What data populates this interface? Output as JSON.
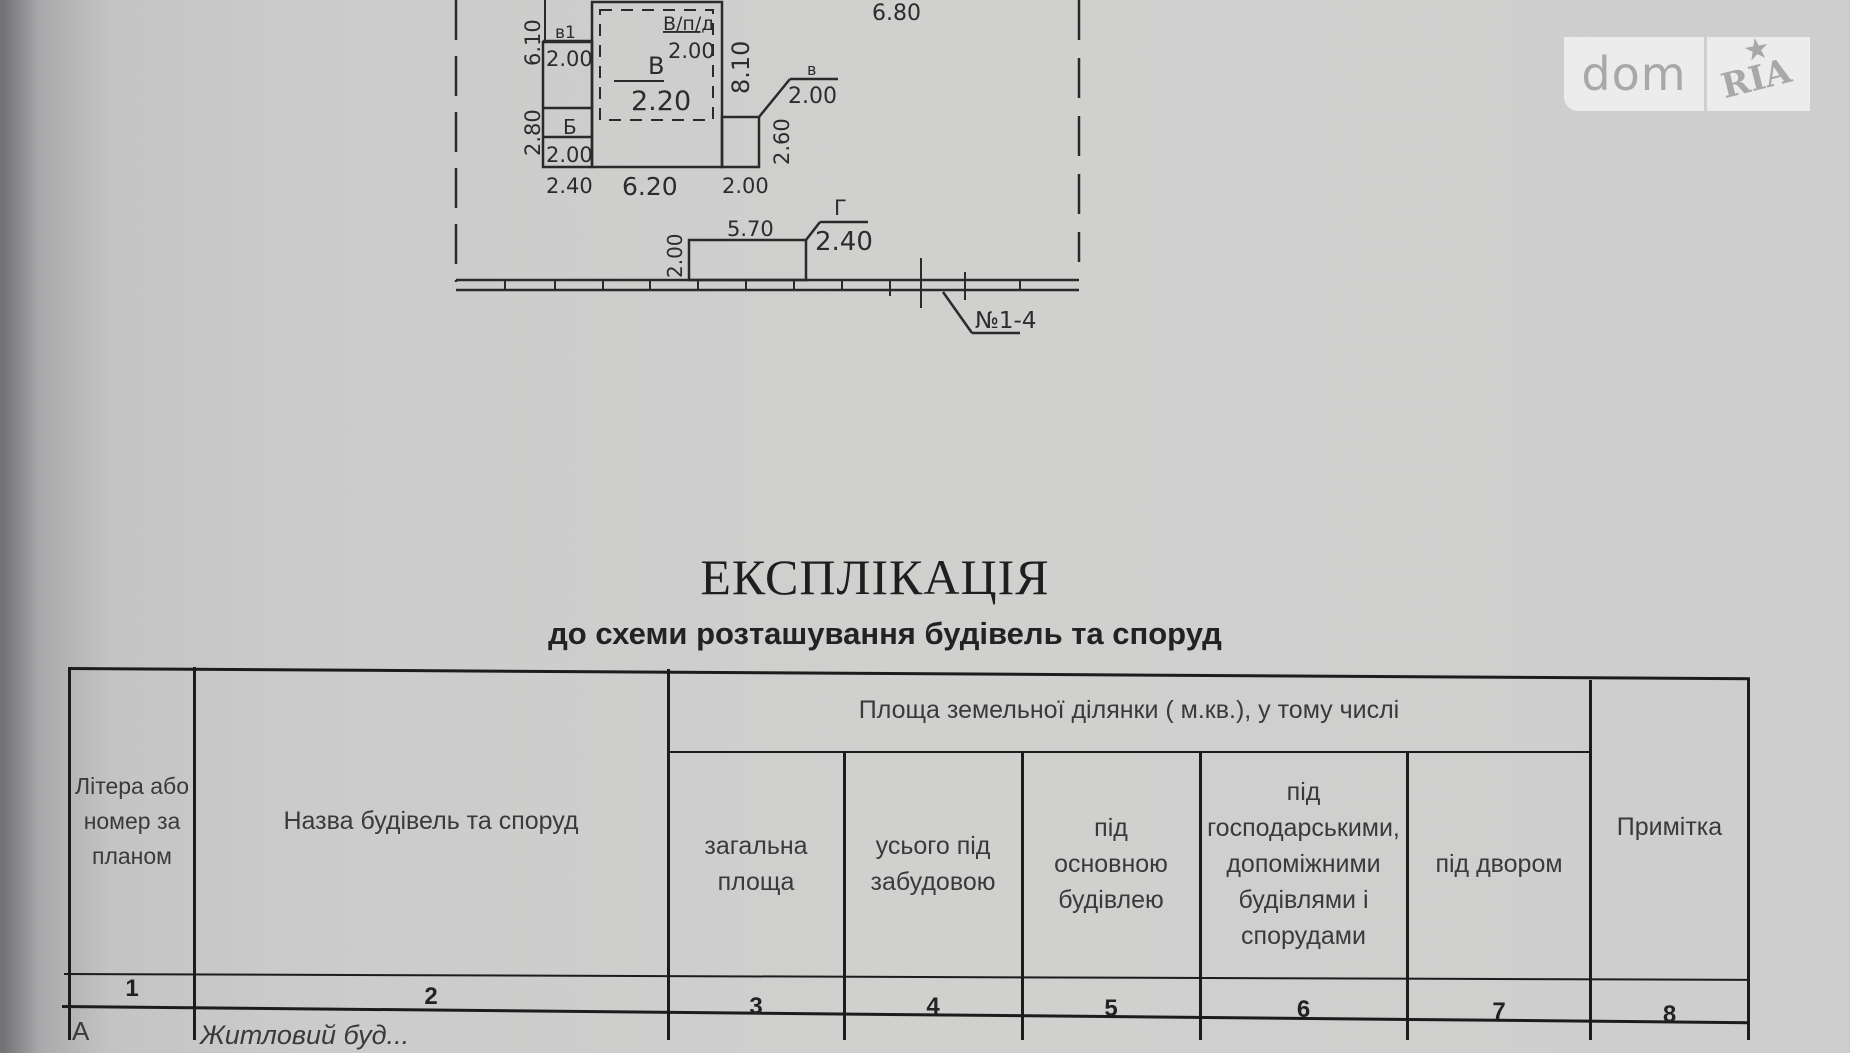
{
  "watermark": {
    "left": "dom",
    "right": "RIA",
    "star_icon": "★"
  },
  "site_plan": {
    "dimensions": {
      "top_right": "6.80",
      "v1_height": "6.10",
      "v1_label": "в1",
      "v1_value": "2.00",
      "b_height": "2.80",
      "b_label": "Б",
      "b_value": "2.00",
      "main_label": "В",
      "main_value": "2.20",
      "basement_label": "В/п/д",
      "basement_value": "2.00",
      "main_height": "8.10",
      "annex_label": "в",
      "annex_value": "2.00",
      "annex_height": "2.60",
      "width_left": "2.40",
      "width_main": "6.20",
      "width_annex": "2.00",
      "g_width": "5.70",
      "g_height": "2.00",
      "g_label": "Г",
      "g_value": "2.40"
    },
    "fence_label": "№1-4"
  },
  "document": {
    "title": "ЕКСПЛІКАЦІЯ",
    "subtitle": "до схеми розташування будівель та споруд"
  },
  "table": {
    "headers": {
      "col1": "Літера або номер за планом",
      "col2": "Назва будівель та споруд",
      "group": "Площа земельної ділянки ( м.кв.), у тому числі",
      "col3": "загальна площа",
      "col4": "усього під забудовою",
      "col5": "під основною будівлею",
      "col6": "під господарськими, допоміжними будівлями і спорудами",
      "col7": "під двором",
      "col8": "Примітка"
    },
    "column_numbers": [
      "1",
      "2",
      "3",
      "4",
      "5",
      "6",
      "7",
      "8"
    ],
    "rows": [
      {
        "letter": "А",
        "name": "Житловий буд..."
      }
    ]
  }
}
